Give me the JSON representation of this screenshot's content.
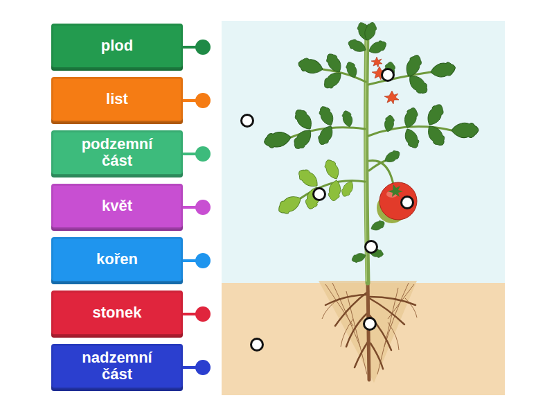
{
  "diagram": {
    "nodes": [
      {
        "text": [
          "plod"
        ]
      },
      {
        "text": [
          "list"
        ]
      },
      {
        "text": [
          "podzemní část"
        ]
      },
      {
        "text": [
          "květ"
        ]
      },
      {
        "text": [
          "kořen"
        ]
      },
      {
        "text": [
          "stonek"
        ]
      },
      {
        "text": [
          "nadzemní část"
        ]
      }
    ]
  }
}
